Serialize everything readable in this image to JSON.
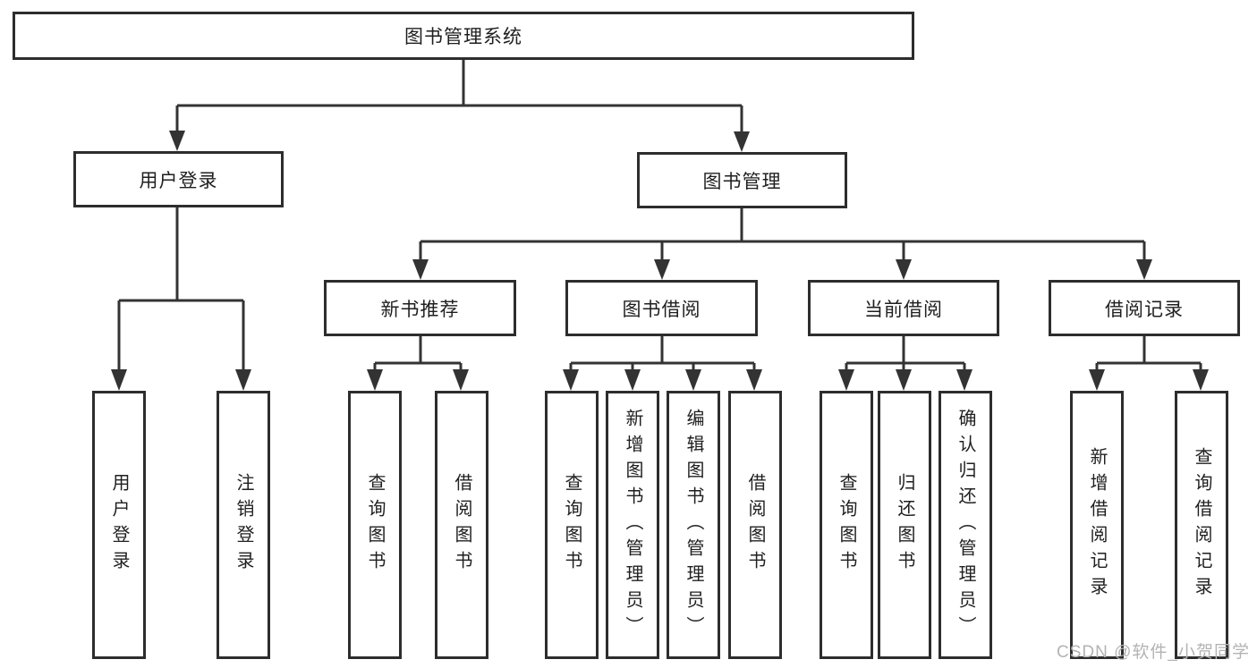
{
  "diagram_title": "图书管理系统",
  "watermark": "CSDN @软件_小贺同学",
  "colors": {
    "line": "#333333",
    "box_border": "#2d2d2d",
    "text": "#1f1f1f",
    "background": "#ffffff",
    "watermark": "#b3b3b3"
  },
  "tree": {
    "root": {
      "label": "图书管理系统"
    },
    "children": [
      {
        "label": "用户登录",
        "children": [
          {
            "label": "用户登录"
          },
          {
            "label": "注销登录"
          }
        ]
      },
      {
        "label": "图书管理",
        "children": [
          {
            "label": "新书推荐",
            "children": [
              {
                "label": "查询图书"
              },
              {
                "label": "借阅图书"
              }
            ]
          },
          {
            "label": "图书借阅",
            "children": [
              {
                "label": "查询图书"
              },
              {
                "label": "新增图书（管理员）"
              },
              {
                "label": "编辑图书（管理员）"
              },
              {
                "label": "借阅图书"
              }
            ]
          },
          {
            "label": "当前借阅",
            "children": [
              {
                "label": "查询图书"
              },
              {
                "label": "归还图书"
              },
              {
                "label": "确认归还（管理员）"
              }
            ]
          },
          {
            "label": "借阅记录",
            "children": [
              {
                "label": "新增借阅记录"
              },
              {
                "label": "查询借阅记录"
              }
            ]
          }
        ]
      }
    ]
  }
}
